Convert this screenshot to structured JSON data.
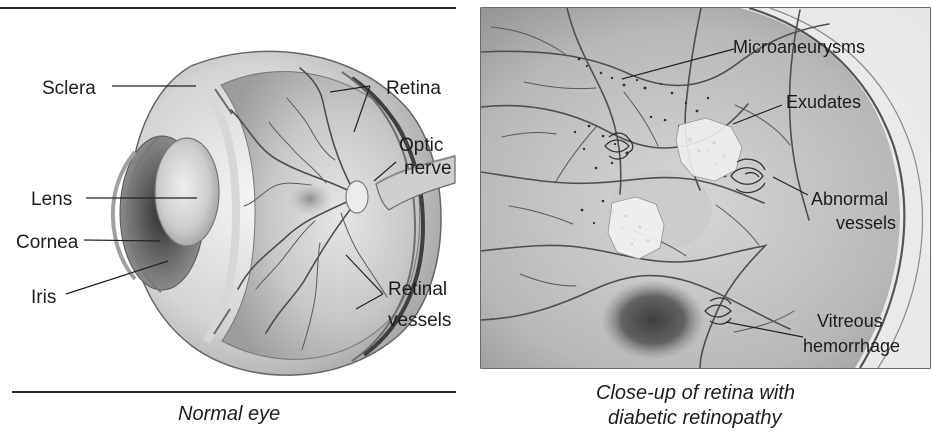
{
  "normal_eye": {
    "labels": {
      "sclera": "Sclera",
      "retina": "Retina",
      "optic_line1": "Optic",
      "optic_line2": "nerve",
      "lens": "Lens",
      "cornea": "Cornea",
      "iris": "Iris",
      "retinal_line1": "Retinal",
      "retinal_line2": "vessels"
    },
    "caption": "Normal eye"
  },
  "diabetic_retina": {
    "labels": {
      "microaneurysms": "Microaneurysms",
      "exudates": "Exudates",
      "abnormal_line1": "Abnormal",
      "abnormal_line2": "vessels",
      "vitreous_line1": "Vitreous",
      "vitreous_line2": "hemorrhage"
    },
    "caption_line1": "Close-up of retina with",
    "caption_line2": "diabetic retinopathy"
  },
  "colors": {
    "ink": "#1d1d1d",
    "eye_gray": "#bfbfbf",
    "retina_gray": "#c7c7c7"
  }
}
